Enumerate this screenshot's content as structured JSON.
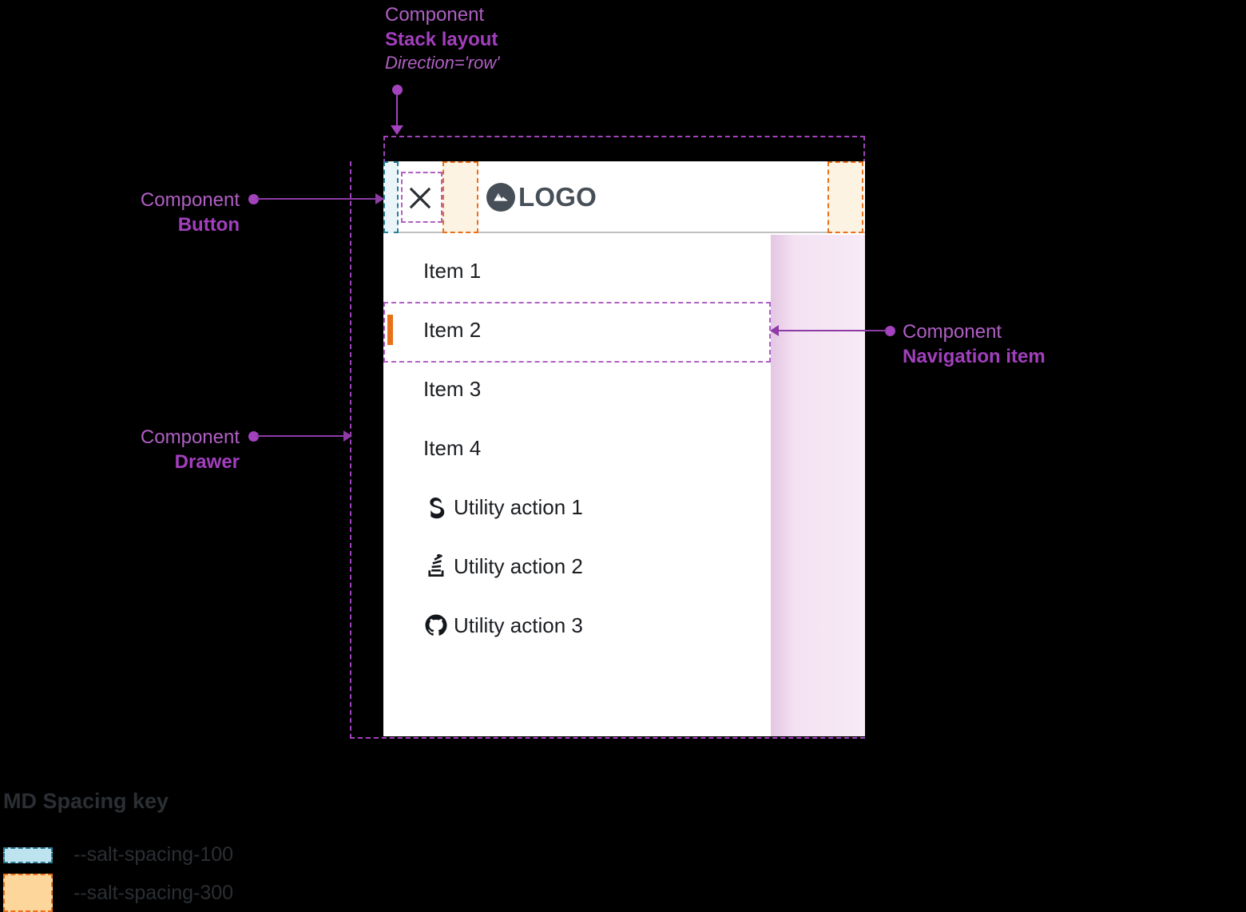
{
  "annotations": {
    "stack_layout": {
      "kind": "Component",
      "name": "Stack layout",
      "prop": "Direction='row'"
    },
    "button": {
      "kind": "Component",
      "name": "Button"
    },
    "drawer": {
      "kind": "Component",
      "name": "Drawer"
    },
    "navigation_item": {
      "kind": "Component",
      "name": "Navigation item"
    }
  },
  "drawer": {
    "topbar": {
      "close_label": "Close",
      "close_icon": "close-icon",
      "logo_icon": "mountain-logo-icon",
      "logo_text": "LOGO"
    },
    "nav_items": [
      {
        "label": "Item 1",
        "active": false
      },
      {
        "label": "Item 2",
        "active": true
      },
      {
        "label": "Item 3",
        "active": false
      },
      {
        "label": "Item 4",
        "active": false
      }
    ],
    "utility_actions": [
      {
        "label": "Utility action 1",
        "icon": "salt-icon"
      },
      {
        "label": "Utility action 2",
        "icon": "stack-overflow-icon"
      },
      {
        "label": "Utility action 3",
        "icon": "github-icon"
      }
    ]
  },
  "spacing_key": {
    "title": "MD Spacing key",
    "entries": [
      {
        "token": "--salt-spacing-100",
        "color": "#bde3ef",
        "border": "#2b7d96"
      },
      {
        "token": "--salt-spacing-300",
        "color": "#fcd69a",
        "border": "#e8701a"
      }
    ]
  },
  "colors": {
    "annotation": "#a342bd",
    "annotation_light": "#b05fc4",
    "active_indicator": "#e8701a",
    "spacing_100": "#2b7d96",
    "spacing_300": "#e8701a",
    "logo": "#464e58",
    "text": "#1a1d21"
  }
}
